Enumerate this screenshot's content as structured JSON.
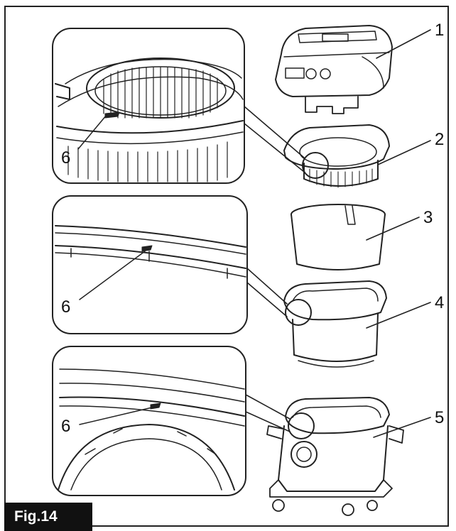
{
  "figure": {
    "label": "Fig.14"
  },
  "callouts": {
    "c1": "1",
    "c2": "2",
    "c3": "3",
    "c4": "4",
    "c5": "5",
    "c6a": "6",
    "c6b": "6",
    "c6c": "6"
  },
  "colors": {
    "line": "#222222",
    "panel_fill": "#ffffff",
    "tag_bg": "#111111",
    "tag_text": "#ffffff"
  }
}
